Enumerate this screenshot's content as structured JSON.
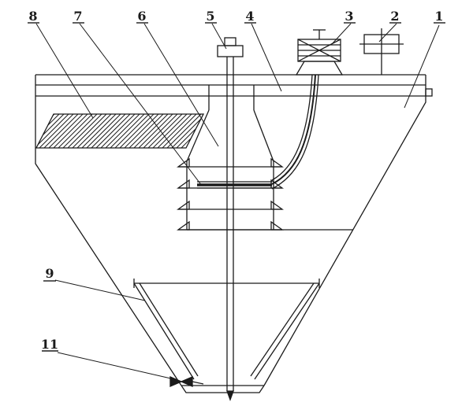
{
  "colors": {
    "background": "#ffffff",
    "line": "#1b1b1b"
  },
  "labels": [
    {
      "text": "8"
    },
    {
      "text": "7"
    },
    {
      "text": "6"
    },
    {
      "text": "5"
    },
    {
      "text": "4"
    },
    {
      "text": "3"
    },
    {
      "text": "2"
    },
    {
      "text": "1"
    },
    {
      "text": "9"
    },
    {
      "text": "11"
    }
  ]
}
